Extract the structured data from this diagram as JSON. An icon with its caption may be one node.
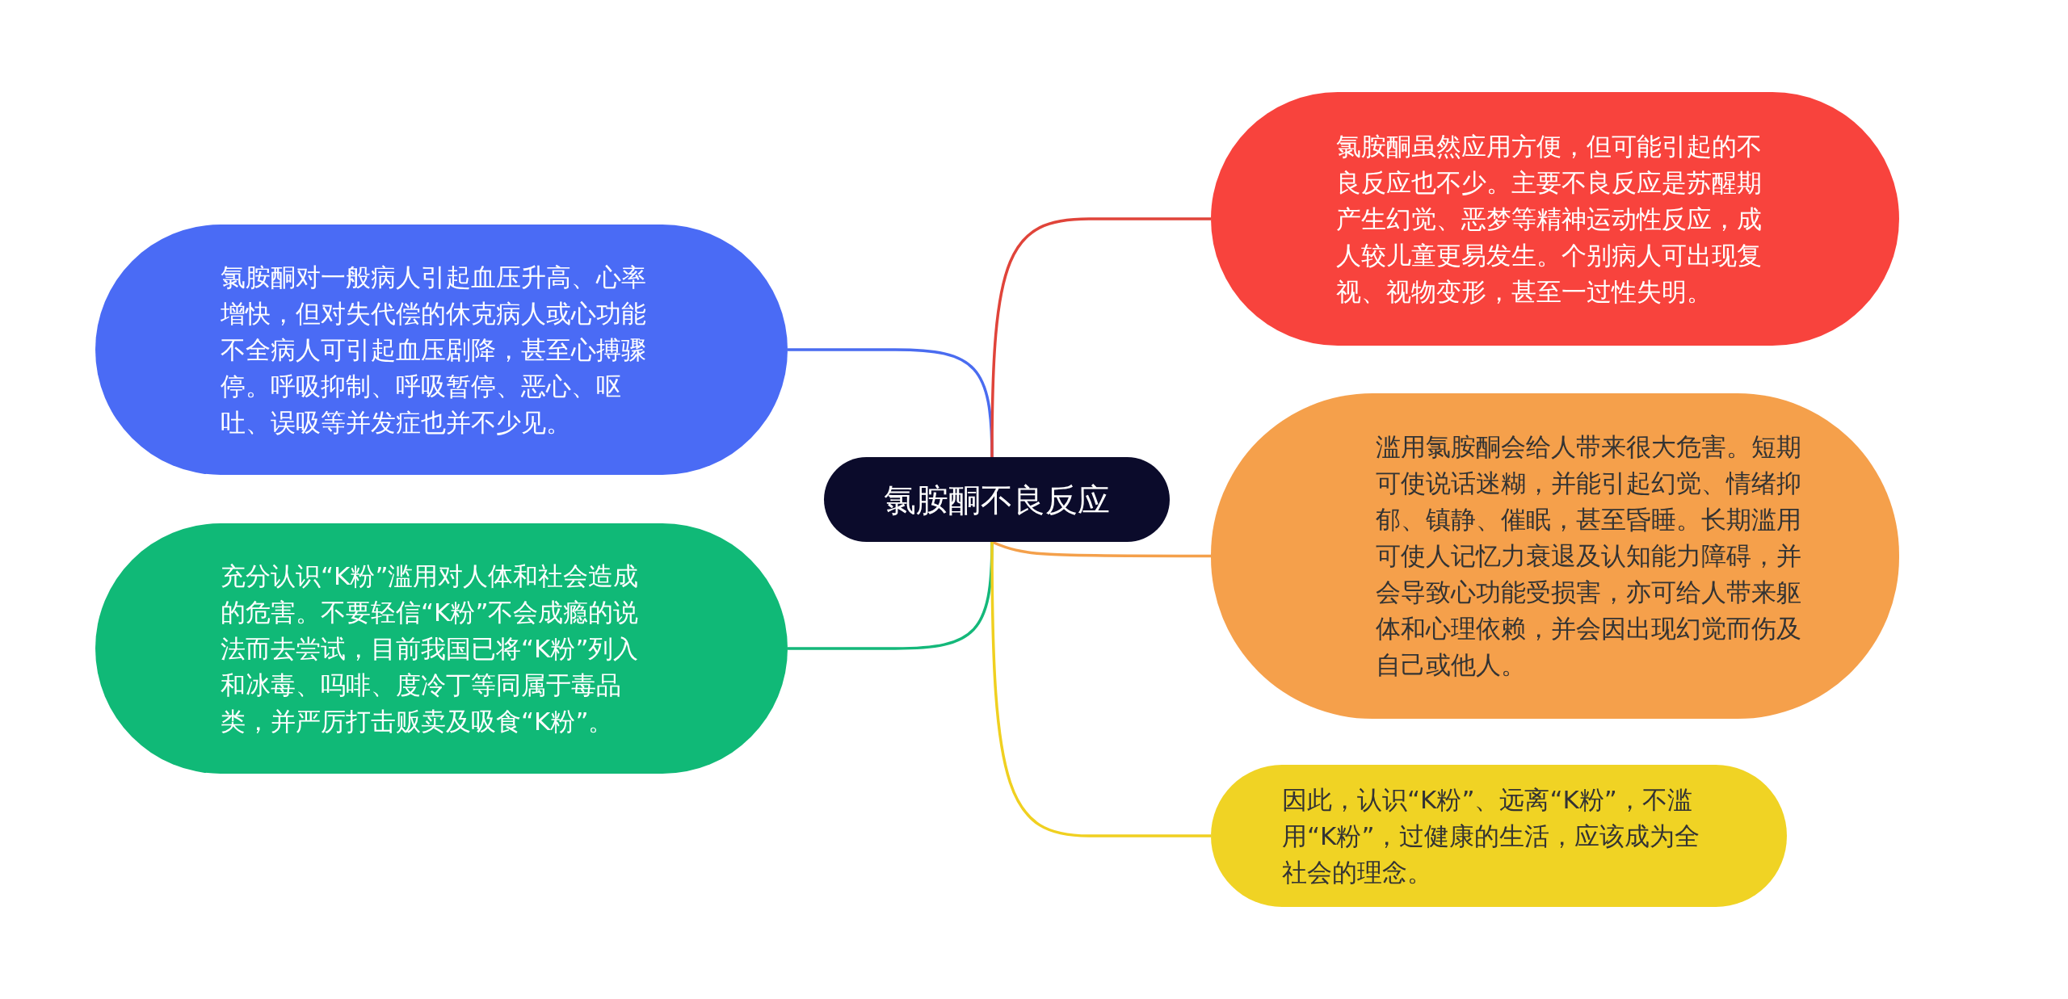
{
  "diagram": {
    "nodes": [
      {
        "text": [
          "氯胺酮不良反应"
        ]
      },
      {
        "text": [
          "氯胺酮对一般病人引起血压升高、心率增快，但对失代偿的休克病人或心功能不全病人可引起血压剧降，甚至心搏骤停。呼吸抑制、呼吸暂停、恶心、呕吐、误吸等并发症也并不少见。"
        ]
      },
      {
        "text": [
          "充分认识“K粉”滥用对人体和社会造成的危害。不要轻信“K粉”不会成瘾的说法而去尝试，目前我国已将“K粉”列入和冰毒、吗啡、度冷丁等同属于毒品类，并严厉打击贩卖及吸食“K粉”。"
        ]
      },
      {
        "text": [
          "氯胺酮虽然应用方便，但可能引起的不良反应也不少。主要不良反应是苏醒期产生幻觉、恶梦等精神运动性反应，成人较儿童更易发生。个别病人可出现复视、视物变形，甚至一过性失明。"
        ]
      },
      {
        "text": [
          "滥用氯胺酮会给人带来很大危害。短期可使说话迷糊，并能引起幻觉、情绪抑郁、镇静、催眠，甚至昏睡。长期滥用可使人记忆力衰退及认知能力障碍，并会导致心功能受损害，亦可给人带来躯体和心理依赖，并会因出现幻觉而伤及自己或他人。"
        ]
      },
      {
        "text": [
          "因此，认识“K粉”、远离“K粉”，不滥用“K粉”，过健康的生活，应该成为全社会的理念。"
        ]
      }
    ],
    "edges": [
      {
        "from": 0,
        "to": 1,
        "arrow": "none",
        "color": "#4a6cf0"
      },
      {
        "from": 0,
        "to": 2,
        "arrow": "none",
        "color": "#14b87a"
      },
      {
        "from": 0,
        "to": 3,
        "arrow": "none",
        "color": "#e0443a"
      },
      {
        "from": 0,
        "to": 4,
        "arrow": "none",
        "color": "#f4a04b"
      },
      {
        "from": 0,
        "to": 5,
        "arrow": "none",
        "color": "#f0d020"
      }
    ]
  }
}
